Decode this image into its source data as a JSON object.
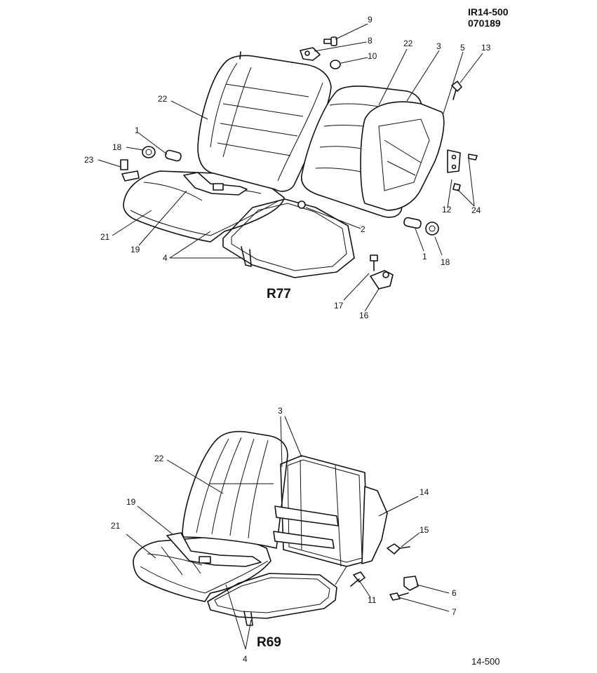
{
  "header": {
    "code_line1": "IR14-500",
    "code_line2": "070189"
  },
  "footer": {
    "page_ref": "14-500"
  },
  "models": {
    "top": "R77",
    "bottom": "R69"
  },
  "callouts": [
    {
      "id": "t9",
      "label": "9"
    },
    {
      "id": "t8",
      "label": "8"
    },
    {
      "id": "t10",
      "label": "10"
    },
    {
      "id": "t22a",
      "label": "22"
    },
    {
      "id": "t22b",
      "label": "22"
    },
    {
      "id": "t3",
      "label": "3"
    },
    {
      "id": "t5",
      "label": "5"
    },
    {
      "id": "t13",
      "label": "13"
    },
    {
      "id": "t1a",
      "label": "1"
    },
    {
      "id": "t18a",
      "label": "18"
    },
    {
      "id": "t23",
      "label": "23"
    },
    {
      "id": "t21",
      "label": "21"
    },
    {
      "id": "t19",
      "label": "19"
    },
    {
      "id": "t4",
      "label": "4"
    },
    {
      "id": "t2",
      "label": "2"
    },
    {
      "id": "t12",
      "label": "12"
    },
    {
      "id": "t24",
      "label": "24"
    },
    {
      "id": "t1b",
      "label": "1"
    },
    {
      "id": "t18b",
      "label": "18"
    },
    {
      "id": "t17",
      "label": "17"
    },
    {
      "id": "t16",
      "label": "16"
    },
    {
      "id": "b3",
      "label": "3"
    },
    {
      "id": "b22",
      "label": "22"
    },
    {
      "id": "b14",
      "label": "14"
    },
    {
      "id": "b19",
      "label": "19"
    },
    {
      "id": "b21",
      "label": "21"
    },
    {
      "id": "b15",
      "label": "15"
    },
    {
      "id": "b6",
      "label": "6"
    },
    {
      "id": "b11",
      "label": "11"
    },
    {
      "id": "b7",
      "label": "7"
    },
    {
      "id": "b4",
      "label": "4"
    }
  ]
}
